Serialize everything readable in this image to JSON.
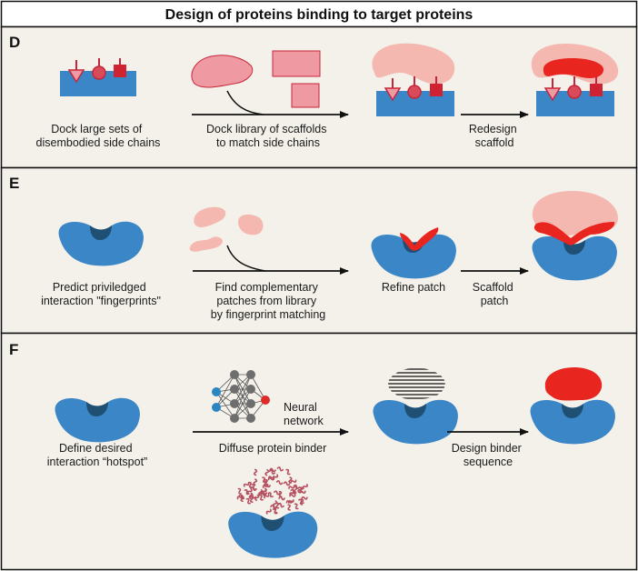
{
  "title": "Design of proteins binding to target proteins",
  "colors": {
    "panel_bg": "#f4f1eb",
    "target_blue": "#3a86c6",
    "target_pocket": "#1f4f73",
    "pink_light": "#f5b8b0",
    "pink_scaffold": "#ef9aa2",
    "red": "#e8261f",
    "dark_red": "#c6263a",
    "node_gray": "#6e6e6e",
    "node_blue": "#2a86c3",
    "node_red": "#e02a2a"
  },
  "panels": {
    "D": {
      "letter": "D",
      "step1": [
        "Dock large sets of",
        "disembodied side chains"
      ],
      "step2": [
        "Dock library of scaffolds",
        "to match side chains"
      ],
      "step3": [
        "Redesign",
        "scaffold"
      ]
    },
    "E": {
      "letter": "E",
      "step1": [
        "Predict priviledged",
        "interaction \"fingerprints\""
      ],
      "step2": [
        "Find complementary",
        "patches from library",
        "by fingerprint matching"
      ],
      "step3": [
        "Refine patch"
      ],
      "step4": [
        "Scaffold",
        "patch"
      ]
    },
    "F": {
      "letter": "F",
      "step1": [
        "Define desired",
        "interaction “hotspot”"
      ],
      "network": [
        "Neural",
        "network"
      ],
      "step2": [
        "Diffuse protein binder"
      ],
      "step3": [
        "Design binder",
        "sequence"
      ]
    }
  }
}
